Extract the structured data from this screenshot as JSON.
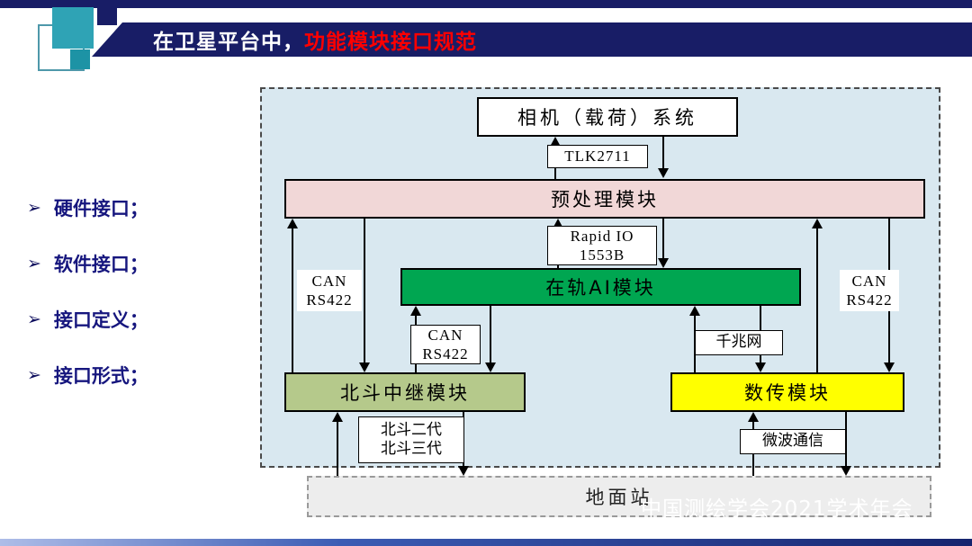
{
  "slide": {
    "title_prefix": "在卫星平台中，",
    "title_highlight": "功能模块接口规范",
    "watermark": "中国测绘学会2021学术年会"
  },
  "bullets": [
    {
      "marker": "➢",
      "label": "硬件接口；"
    },
    {
      "marker": "➢",
      "label": "软件接口；"
    },
    {
      "marker": "➢",
      "label": "接口定义；"
    },
    {
      "marker": "➢",
      "label": "接口形式；"
    }
  ],
  "diagram": {
    "camera_label": "相机（载荷）系统",
    "preprocess_label": "预处理模块",
    "ai_label": "在轨AI模块",
    "beidou_label": "北斗中继模块",
    "datatrans_label": "数传模块",
    "ground_label": "地面站",
    "link_tlk": "TLK2711",
    "link_rapid_1": "Rapid IO",
    "link_rapid_2": "1553B",
    "link_can_1": "CAN",
    "link_can_2": "RS422",
    "link_gigabit": "千兆网",
    "link_beidou_gen2": "北斗二代",
    "link_beidou_gen3": "北斗三代",
    "link_microwave": "微波通信"
  },
  "colors": {
    "banner_navy": "#181d66",
    "accent_teal": "#2fa3b5",
    "accent_teal_dark": "#1d93a5",
    "title_highlight_red": "#ff0000",
    "bullet_blue": "#16167e",
    "diagram_fill": "#d9e8f0",
    "camera_fill": "#ffffff",
    "preprocess_fill": "#f1d7d7",
    "ai_fill": "#00a651",
    "beidou_fill": "#b5c98b",
    "datatrans_fill": "#ffff00",
    "ground_fill": "#ededed"
  }
}
